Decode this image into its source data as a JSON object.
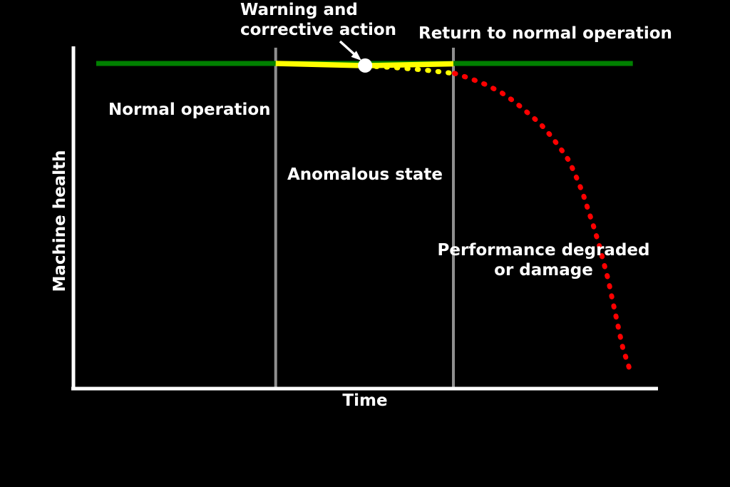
{
  "chart_data": {
    "type": "line",
    "title": "",
    "xlabel": "Time",
    "ylabel": "Machine health",
    "background": "#000000",
    "axis_color": "#ffffff",
    "x_range": [
      0,
      100
    ],
    "y_range": [
      0,
      100
    ],
    "grid": false,
    "legend": "none",
    "boundaries": {
      "color": "#8f8f8f",
      "width": 4,
      "x_values": [
        34.6,
        65.0
      ],
      "description": "vertical phase-divider lines"
    },
    "series": [
      {
        "name": "normal-health-baseline",
        "color": "#008000",
        "style": "solid",
        "width": 7,
        "points": [
          [
            3.9,
            95
          ],
          [
            95.7,
            95
          ]
        ]
      },
      {
        "name": "corrective-action-recovery",
        "color": "#ffff00",
        "style": "solid",
        "width": 7.5,
        "points": [
          [
            34.6,
            95.0
          ],
          [
            50.0,
            94.35
          ],
          [
            65.0,
            94.9
          ]
        ]
      },
      {
        "name": "anomaly-trend-dotted",
        "color": "#ffff00",
        "style": "dotted",
        "width": 7,
        "points": [
          [
            50.0,
            94.3
          ],
          [
            55.0,
            93.8
          ],
          [
            60.0,
            93.1
          ],
          [
            65.0,
            92.1
          ]
        ]
      },
      {
        "name": "degradation-curve-dotted",
        "color": "#ff0000",
        "style": "dotted",
        "width": 7,
        "points": [
          [
            65.2,
            92.1
          ],
          [
            67.9,
            90.6
          ],
          [
            70.6,
            88.8
          ],
          [
            73.2,
            86.5
          ],
          [
            75.5,
            83.8
          ],
          [
            77.7,
            80.6
          ],
          [
            79.8,
            77.5
          ],
          [
            81.6,
            74.0
          ],
          [
            83.3,
            70.2
          ],
          [
            84.8,
            66.5
          ],
          [
            86.0,
            61.9
          ],
          [
            87.1,
            57.3
          ],
          [
            88.0,
            52.5
          ],
          [
            89.0,
            47.3
          ],
          [
            89.9,
            42.1
          ],
          [
            90.7,
            36.9
          ],
          [
            91.5,
            31.7
          ],
          [
            92.2,
            26.0
          ],
          [
            92.9,
            20.4
          ],
          [
            93.5,
            15.6
          ],
          [
            94.1,
            11.0
          ],
          [
            94.8,
            7.7
          ],
          [
            95.2,
            5.2
          ]
        ]
      }
    ],
    "marker": {
      "name": "warning-detection-point",
      "x": 49.9,
      "y": 94.4,
      "color": "#ffffff",
      "radius": 10
    },
    "annotations": [
      {
        "role": "callout",
        "text": "Warning and\ncorrective action"
      },
      {
        "role": "phase-label",
        "text": "Return to normal operation"
      },
      {
        "role": "phase-label",
        "text": "Normal operation"
      },
      {
        "role": "phase-label",
        "text": "Anomalous state"
      },
      {
        "role": "phase-label",
        "text": "Performance degraded\nor damage"
      }
    ]
  }
}
